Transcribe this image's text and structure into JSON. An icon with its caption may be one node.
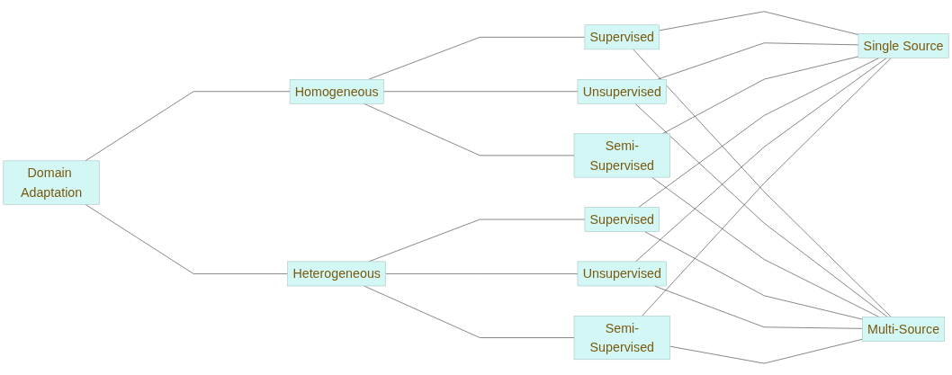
{
  "diagram": {
    "nodes": [
      {
        "text": [
          "Domain Adaptation"
        ]
      },
      {
        "text": [
          "Homogeneous"
        ]
      },
      {
        "text": [
          "Heterogeneous"
        ]
      },
      {
        "text": [
          "Supervised"
        ]
      },
      {
        "text": [
          "Unsupervised"
        ]
      },
      {
        "text": [
          "Semi-Supervised"
        ]
      },
      {
        "text": [
          "Supervised"
        ]
      },
      {
        "text": [
          "Unsupervised"
        ]
      },
      {
        "text": [
          "Semi-Supervised"
        ]
      },
      {
        "text": [
          "Single Source"
        ]
      },
      {
        "text": [
          "Multi-Source"
        ]
      }
    ],
    "edges": [
      {
        "from": 0,
        "to": 1,
        "arrow": "none"
      },
      {
        "from": 0,
        "to": 2,
        "arrow": "none"
      },
      {
        "from": 1,
        "to": 3,
        "arrow": "none"
      },
      {
        "from": 1,
        "to": 4,
        "arrow": "none"
      },
      {
        "from": 1,
        "to": 5,
        "arrow": "none"
      },
      {
        "from": 2,
        "to": 6,
        "arrow": "none"
      },
      {
        "from": 2,
        "to": 7,
        "arrow": "none"
      },
      {
        "from": 2,
        "to": 8,
        "arrow": "none"
      },
      {
        "from": 3,
        "to": 9,
        "arrow": "none"
      },
      {
        "from": 4,
        "to": 9,
        "arrow": "none"
      },
      {
        "from": 5,
        "to": 9,
        "arrow": "none"
      },
      {
        "from": 6,
        "to": 9,
        "arrow": "none"
      },
      {
        "from": 7,
        "to": 9,
        "arrow": "none"
      },
      {
        "from": 8,
        "to": 9,
        "arrow": "none"
      },
      {
        "from": 3,
        "to": 10,
        "arrow": "none"
      },
      {
        "from": 4,
        "to": 10,
        "arrow": "none"
      },
      {
        "from": 5,
        "to": 10,
        "arrow": "none"
      },
      {
        "from": 6,
        "to": 10,
        "arrow": "none"
      },
      {
        "from": 7,
        "to": 10,
        "arrow": "none"
      },
      {
        "from": 8,
        "to": 10,
        "arrow": "none"
      }
    ]
  }
}
